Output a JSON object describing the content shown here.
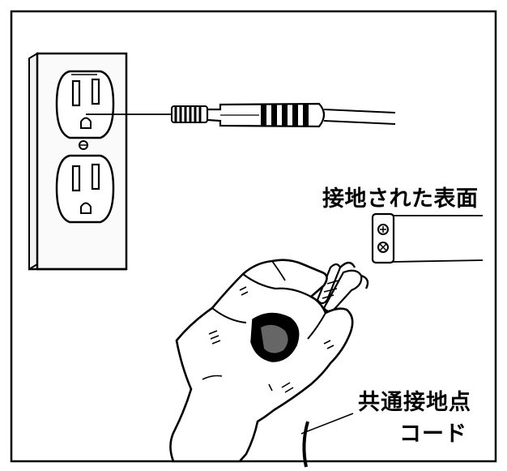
{
  "labels": {
    "grounded_surface": "接地された表面",
    "common_ground_cord_line1": "共通接地点",
    "common_ground_cord_line2": "コード"
  },
  "colors": {
    "line": "#000000",
    "background": "#ffffff",
    "plate": "#f2f2f2"
  }
}
